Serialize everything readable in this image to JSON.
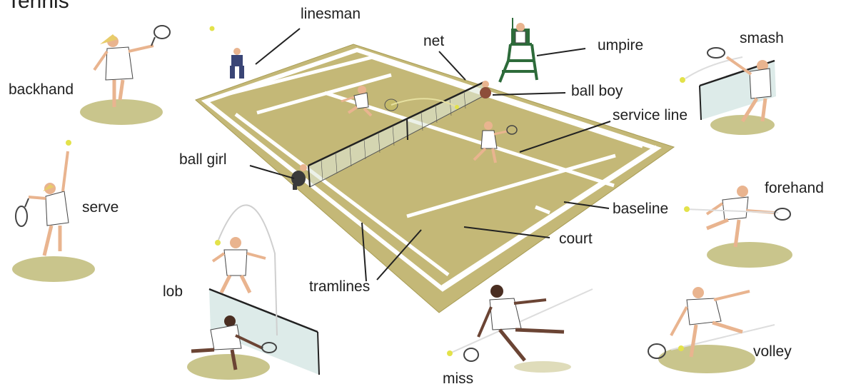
{
  "title": "Tennis",
  "labels": {
    "linesman": "linesman",
    "net": "net",
    "umpire": "umpire",
    "smash": "smash",
    "backhand": "backhand",
    "ball_boy": "ball boy",
    "service_line": "service line",
    "ball_girl": "ball girl",
    "serve": "serve",
    "forehand": "forehand",
    "baseline": "baseline",
    "court": "court",
    "lob": "lob",
    "tramlines": "tramlines",
    "miss": "miss",
    "volley": "volley"
  },
  "colors": {
    "court": "#c4b877",
    "court_edge": "#a89c55",
    "court_lines": "#ffffff",
    "shadow_pad": "#c9c58c",
    "net": "#2a2a2a",
    "net_fill": "#cfe3df",
    "leader": "#222222",
    "ball": "#e3e24a",
    "player_shirt": "#ffffff",
    "skin": "#e9b48f"
  },
  "icons": [
    "player-figure-icon",
    "racket-icon",
    "tennis-ball-icon",
    "umpire-chair-icon",
    "net-panel-icon"
  ]
}
